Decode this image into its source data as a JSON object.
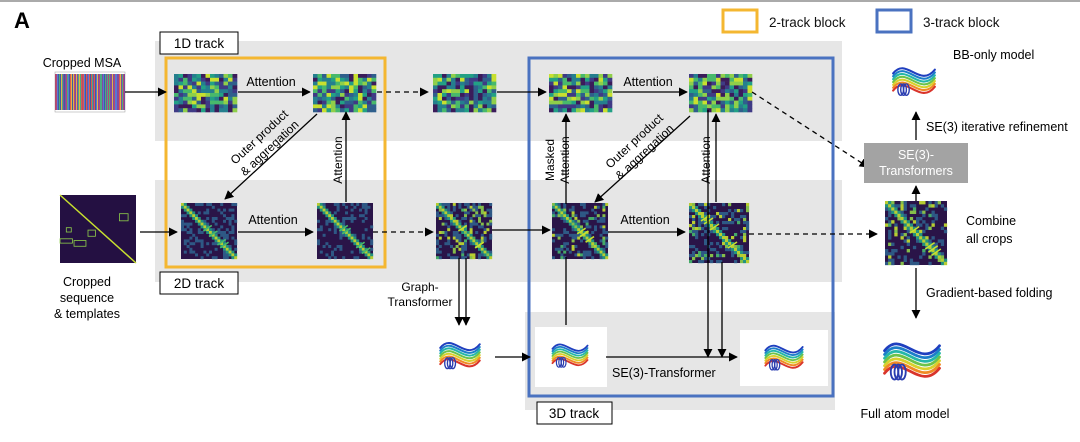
{
  "figure": {
    "panel_letter": "A"
  },
  "legend": [
    {
      "label": "2-track block",
      "color": "#f4b731"
    },
    {
      "label": "3-track block",
      "color": "#4a72c0"
    }
  ],
  "tracks": {
    "track_1d": "1D track",
    "track_2d": "2D track",
    "track_3d": "3D track"
  },
  "inputs": {
    "msa_title": "Cropped MSA",
    "seq_lines": [
      "Cropped",
      "sequence",
      "& templates"
    ]
  },
  "edges": {
    "attention": "Attention",
    "outer_product": [
      "Outer product",
      "& aggregation"
    ],
    "masked_attention": [
      "Masked",
      "Attention"
    ],
    "graph_transformer": [
      "Graph-",
      "Transformer"
    ],
    "se3_transformer": "SE(3)-Transformer",
    "se3_refinement": "SE(3) iterative refinement",
    "gradient_folding": "Gradient-based folding"
  },
  "outputs": {
    "bb_only": "BB-only model",
    "se3_box": [
      "SE(3)-",
      "Transformers"
    ],
    "combine": [
      "Combine",
      "all crops"
    ],
    "full_atom": "Full atom model"
  },
  "colors": {
    "track_band": "#e6e6e6",
    "heatmap_dark": "#3b1b5a",
    "heatmap_mid": "#2c7f8e",
    "heatmap_bright": "#c8e02f",
    "se3_box_fill": "#a3a3a3"
  }
}
